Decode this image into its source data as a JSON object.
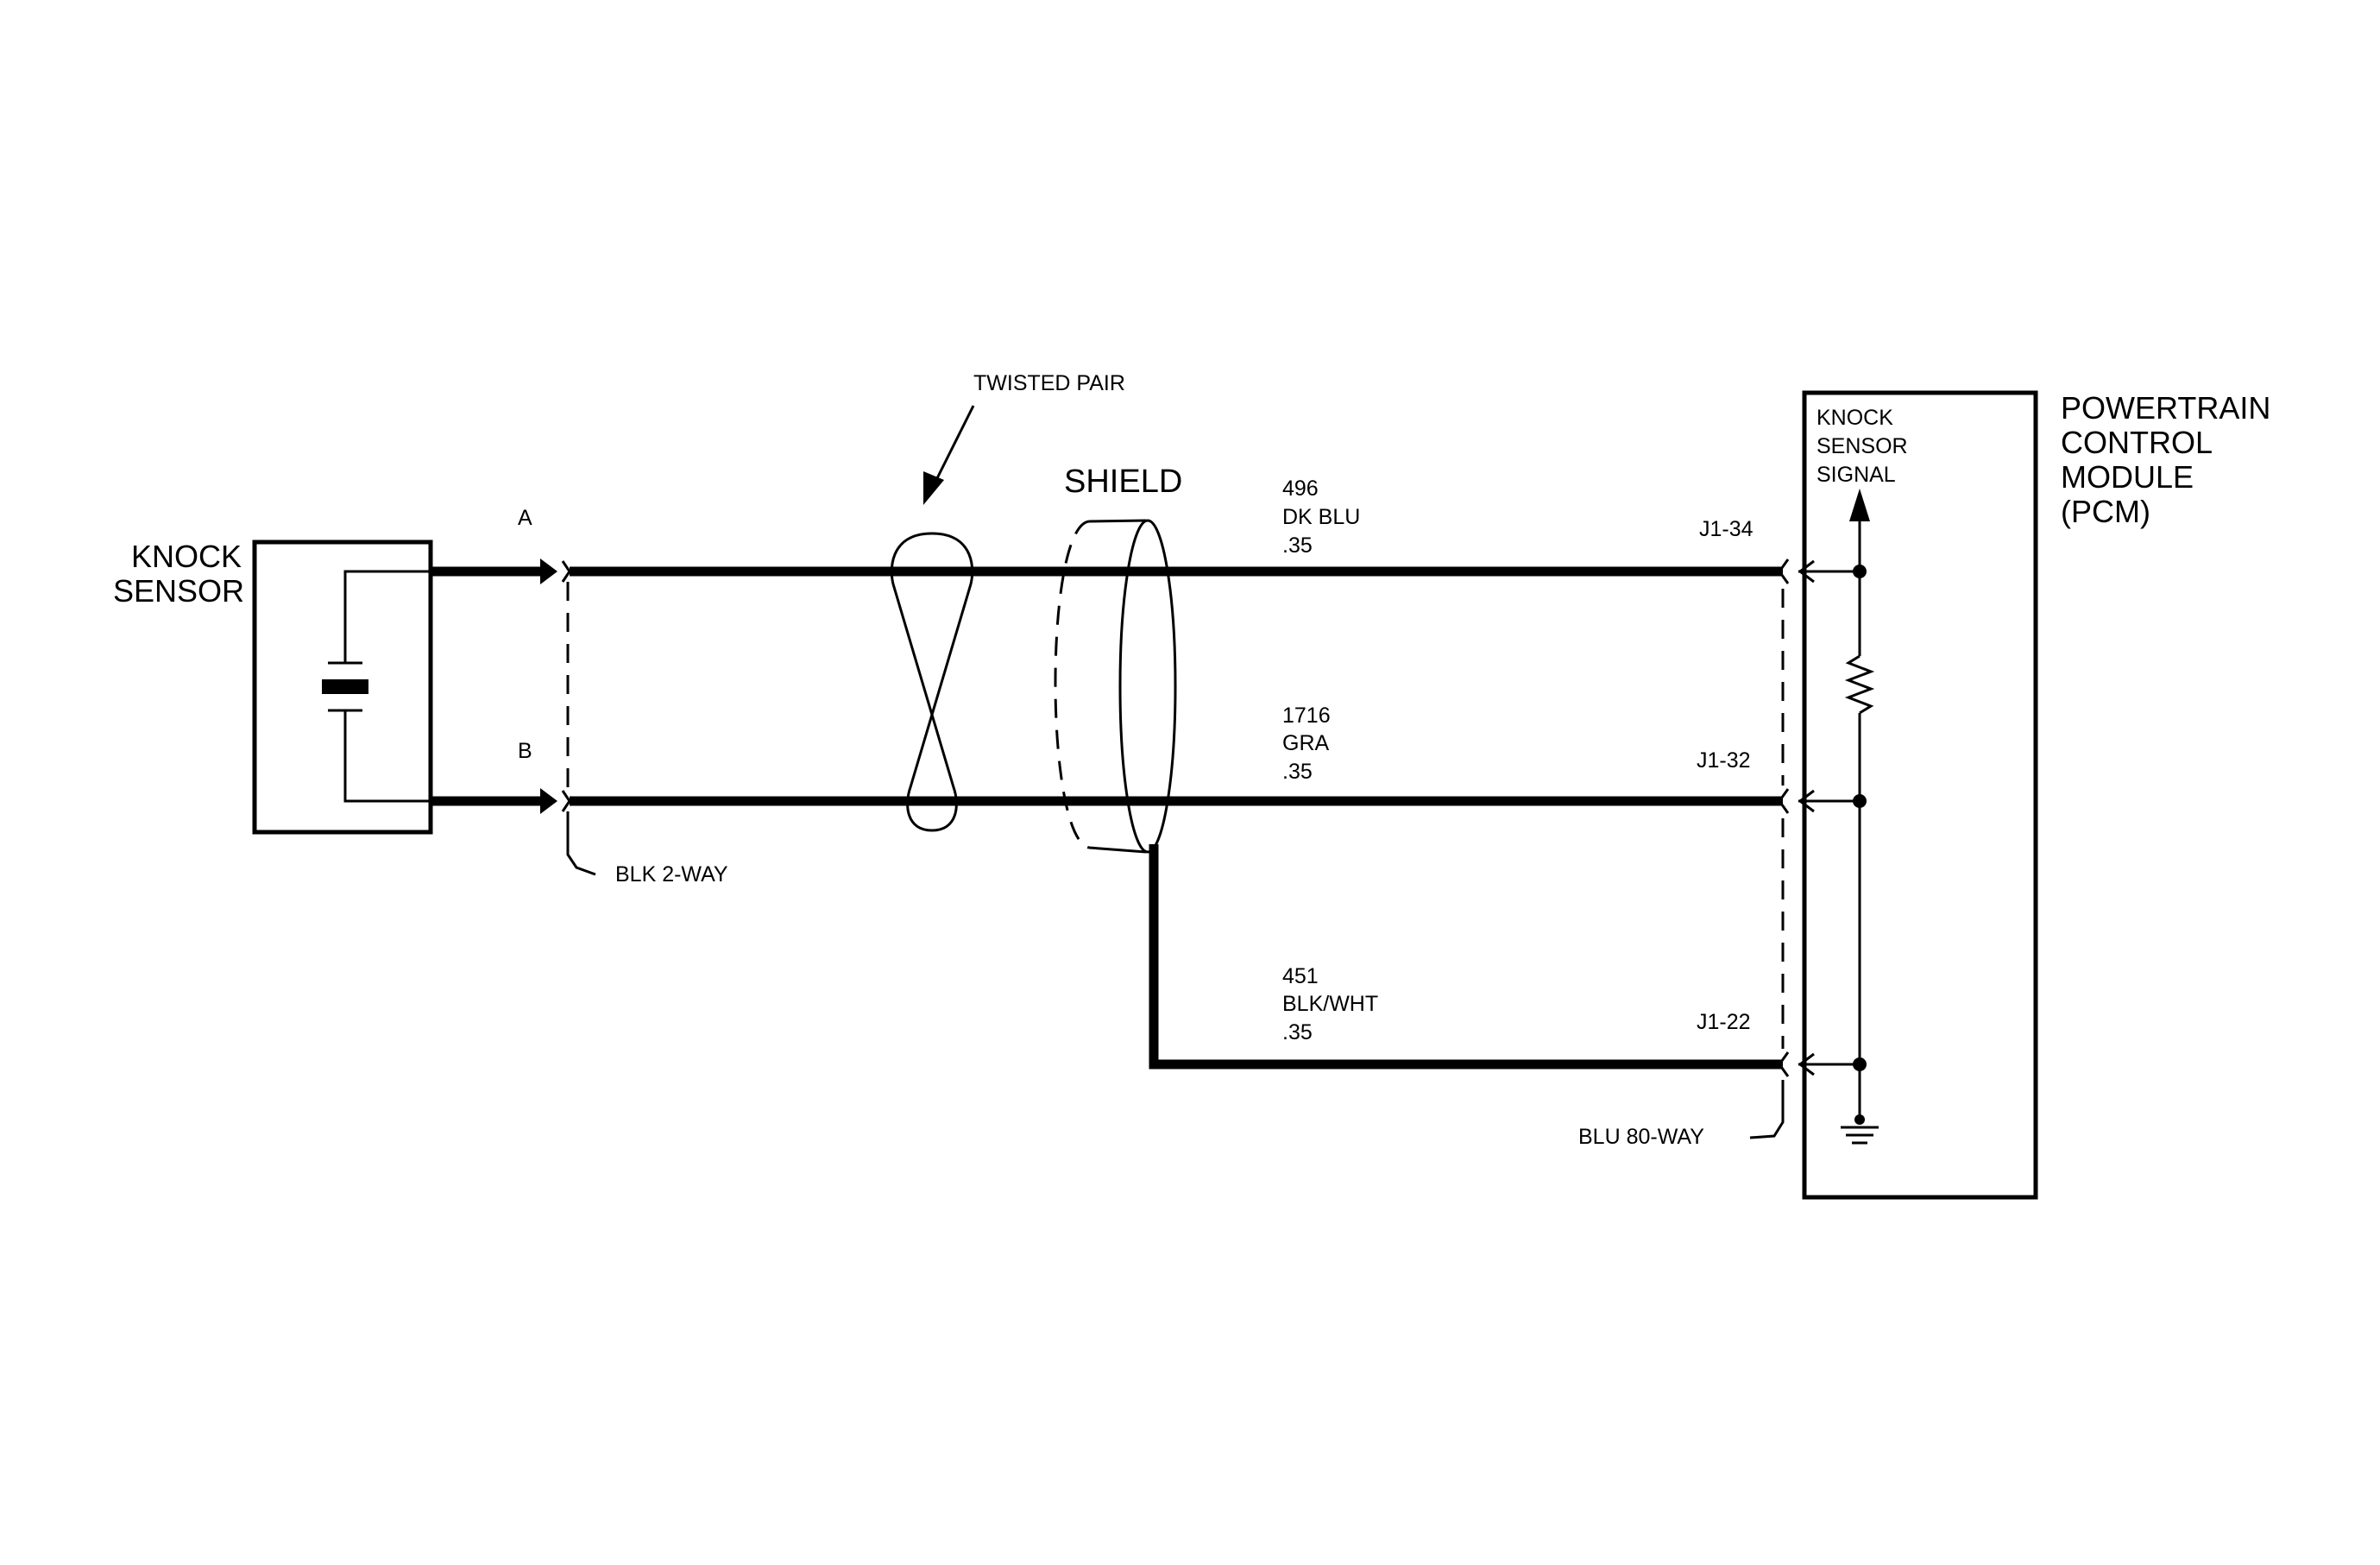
{
  "knock_sensor": {
    "line1": "KNOCK",
    "line2": "SENSOR"
  },
  "sensor_connector": {
    "pin_a": "A",
    "pin_b": "B",
    "name": "BLK 2-WAY"
  },
  "twisted_pair_label": "TWISTED PAIR",
  "shield_label": "SHIELD",
  "wires": [
    {
      "circuit": "496",
      "color": "DK BLU",
      "size": ".35",
      "pin": "J1-34"
    },
    {
      "circuit": "1716",
      "color": "GRA",
      "size": ".35",
      "pin": "J1-32"
    },
    {
      "circuit": "451",
      "color": "BLK/WHT",
      "size": ".35",
      "pin": "J1-22"
    }
  ],
  "pcm_connector": {
    "name": "BLU 80-WAY"
  },
  "pcm": {
    "line1": "POWERTRAIN",
    "line2": "CONTROL",
    "line3": "MODULE",
    "line4": "(PCM)"
  },
  "signal_label": {
    "line1": "KNOCK",
    "line2": "SENSOR",
    "line3": "SIGNAL"
  }
}
